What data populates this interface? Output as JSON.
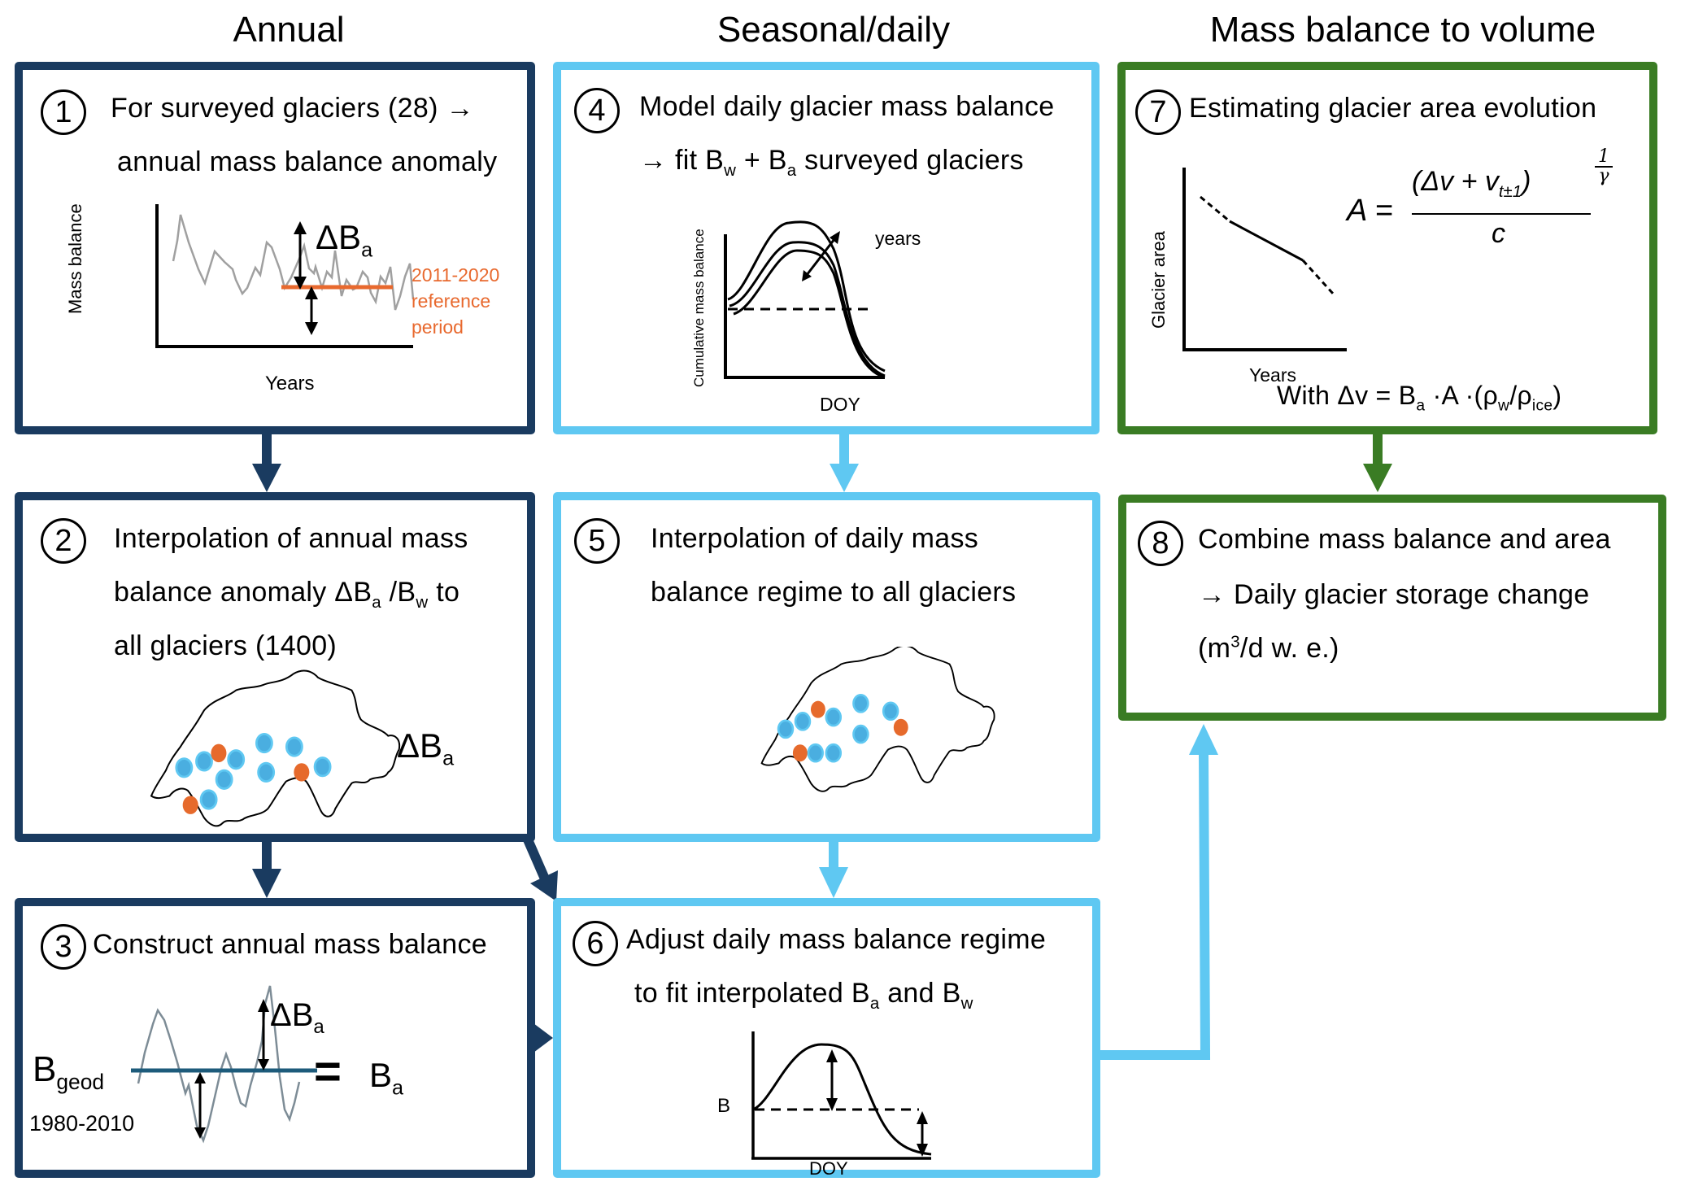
{
  "columns": {
    "annual": "Annual",
    "seasonal": "Seasonal/daily",
    "volume": "Mass balance to volume"
  },
  "colors": {
    "annual": "#1a3b60",
    "seasonal": "#5fc8f2",
    "volume": "#3a7c24",
    "reference": "#e8692e",
    "glacier_blue": "#4aaee0",
    "glacier_orange": "#e66a2c"
  },
  "steps": [
    {
      "number": "1",
      "line1": "For surveyed glaciers (28) →",
      "line2": "annual mass balance anomaly",
      "chart": {
        "ylabel": "Mass balance",
        "xlabel": "Years",
        "delta_symbol": "ΔB",
        "delta_sub": "a",
        "ref_line1": "2011-2020",
        "ref_line2": "reference",
        "ref_line3": "period"
      }
    },
    {
      "number": "2",
      "line1": "Interpolation of annual mass",
      "line2_a": "balance anomaly  ΔB",
      "line2_sub1": "a",
      "line2_b": " /B",
      "line2_sub2": "w",
      "line2_c": " to",
      "line3": "all glaciers (1400)",
      "map_label": "ΔB",
      "map_label_sub": "a"
    },
    {
      "number": "3",
      "line1": "Construct annual mass balance",
      "bgeod": "B",
      "bgeod_sub": "geod",
      "period": "1980-2010",
      "delta": "ΔB",
      "delta_sub": "a",
      "equals": "=",
      "result": "B",
      "result_sub": "a"
    },
    {
      "number": "4",
      "line1": "Model daily glacier mass balance",
      "line2_a": "→ fit B",
      "line2_sub1": "w",
      "line2_b": " + B",
      "line2_sub2": "a",
      "line2_c": " surveyed glaciers",
      "chart": {
        "ylabel": "Cumulative mass balance",
        "xlabel": "DOY",
        "annotation": "years"
      }
    },
    {
      "number": "5",
      "line1": "Interpolation of daily mass",
      "line2": "balance regime to all glaciers"
    },
    {
      "number": "6",
      "line1": "Adjust daily mass balance regime",
      "line2_a": "to fit interpolated B",
      "line2_sub1": "a",
      "line2_b": " and B",
      "line2_sub2": "w",
      "chart": {
        "ylabel": "B",
        "xlabel": "DOY"
      }
    },
    {
      "number": "7",
      "line1": "Estimating glacier area evolution",
      "chart": {
        "ylabel": "Glacier area",
        "xlabel": "Years"
      },
      "formula": {
        "lhs": "A =",
        "numerator": "(Δv + v",
        "numerator_sub": "t±1",
        "numerator_close": ")",
        "exp_num": "1",
        "exp_den": "γ",
        "denominator": "c"
      },
      "with_a": "With Δv = B",
      "with_sub1": "a",
      "with_b": " ·A ·(ρ",
      "with_sub2": "w",
      "with_c": "/ρ",
      "with_sub3": "ice",
      "with_d": ")"
    },
    {
      "number": "8",
      "line1": "Combine mass balance and area",
      "line2": "→ Daily glacier storage change",
      "line3_a": "(m",
      "line3_sup": "3",
      "line3_b": "/d w. e.)"
    }
  ]
}
